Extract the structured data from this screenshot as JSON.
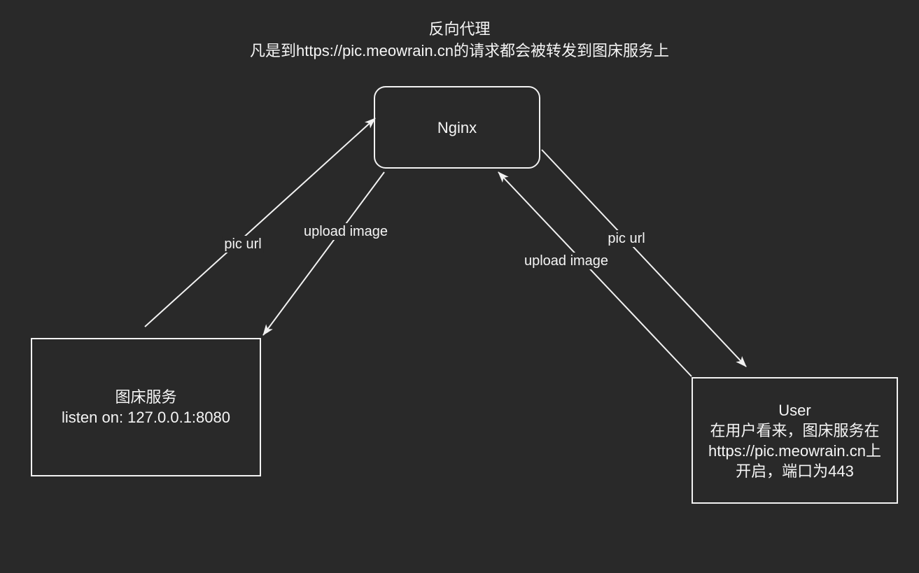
{
  "canvas": {
    "bg_color": "#292929",
    "stroke_color": "#f2f2f2",
    "text_color": "#f5f5f5"
  },
  "title": {
    "line1": "反向代理",
    "line2": "凡是到https://pic.meowrain.cn的请求都会被转发到图床服务上"
  },
  "nodes": {
    "nginx": {
      "label": "Nginx"
    },
    "picbed": {
      "title": "图床服务",
      "subtitle": "listen on: 127.0.0.1:8080"
    },
    "user": {
      "line1": "User",
      "line2": "在用户看来，图床服务在",
      "line3": "https://pic.meowrain.cn上",
      "line4": "开启，端口为443"
    }
  },
  "edges": {
    "picbed_to_nginx": {
      "label": "pic url"
    },
    "nginx_to_picbed": {
      "label": "upload image"
    },
    "user_to_nginx": {
      "label": "upload image"
    },
    "nginx_to_user": {
      "label": "pic url"
    }
  }
}
